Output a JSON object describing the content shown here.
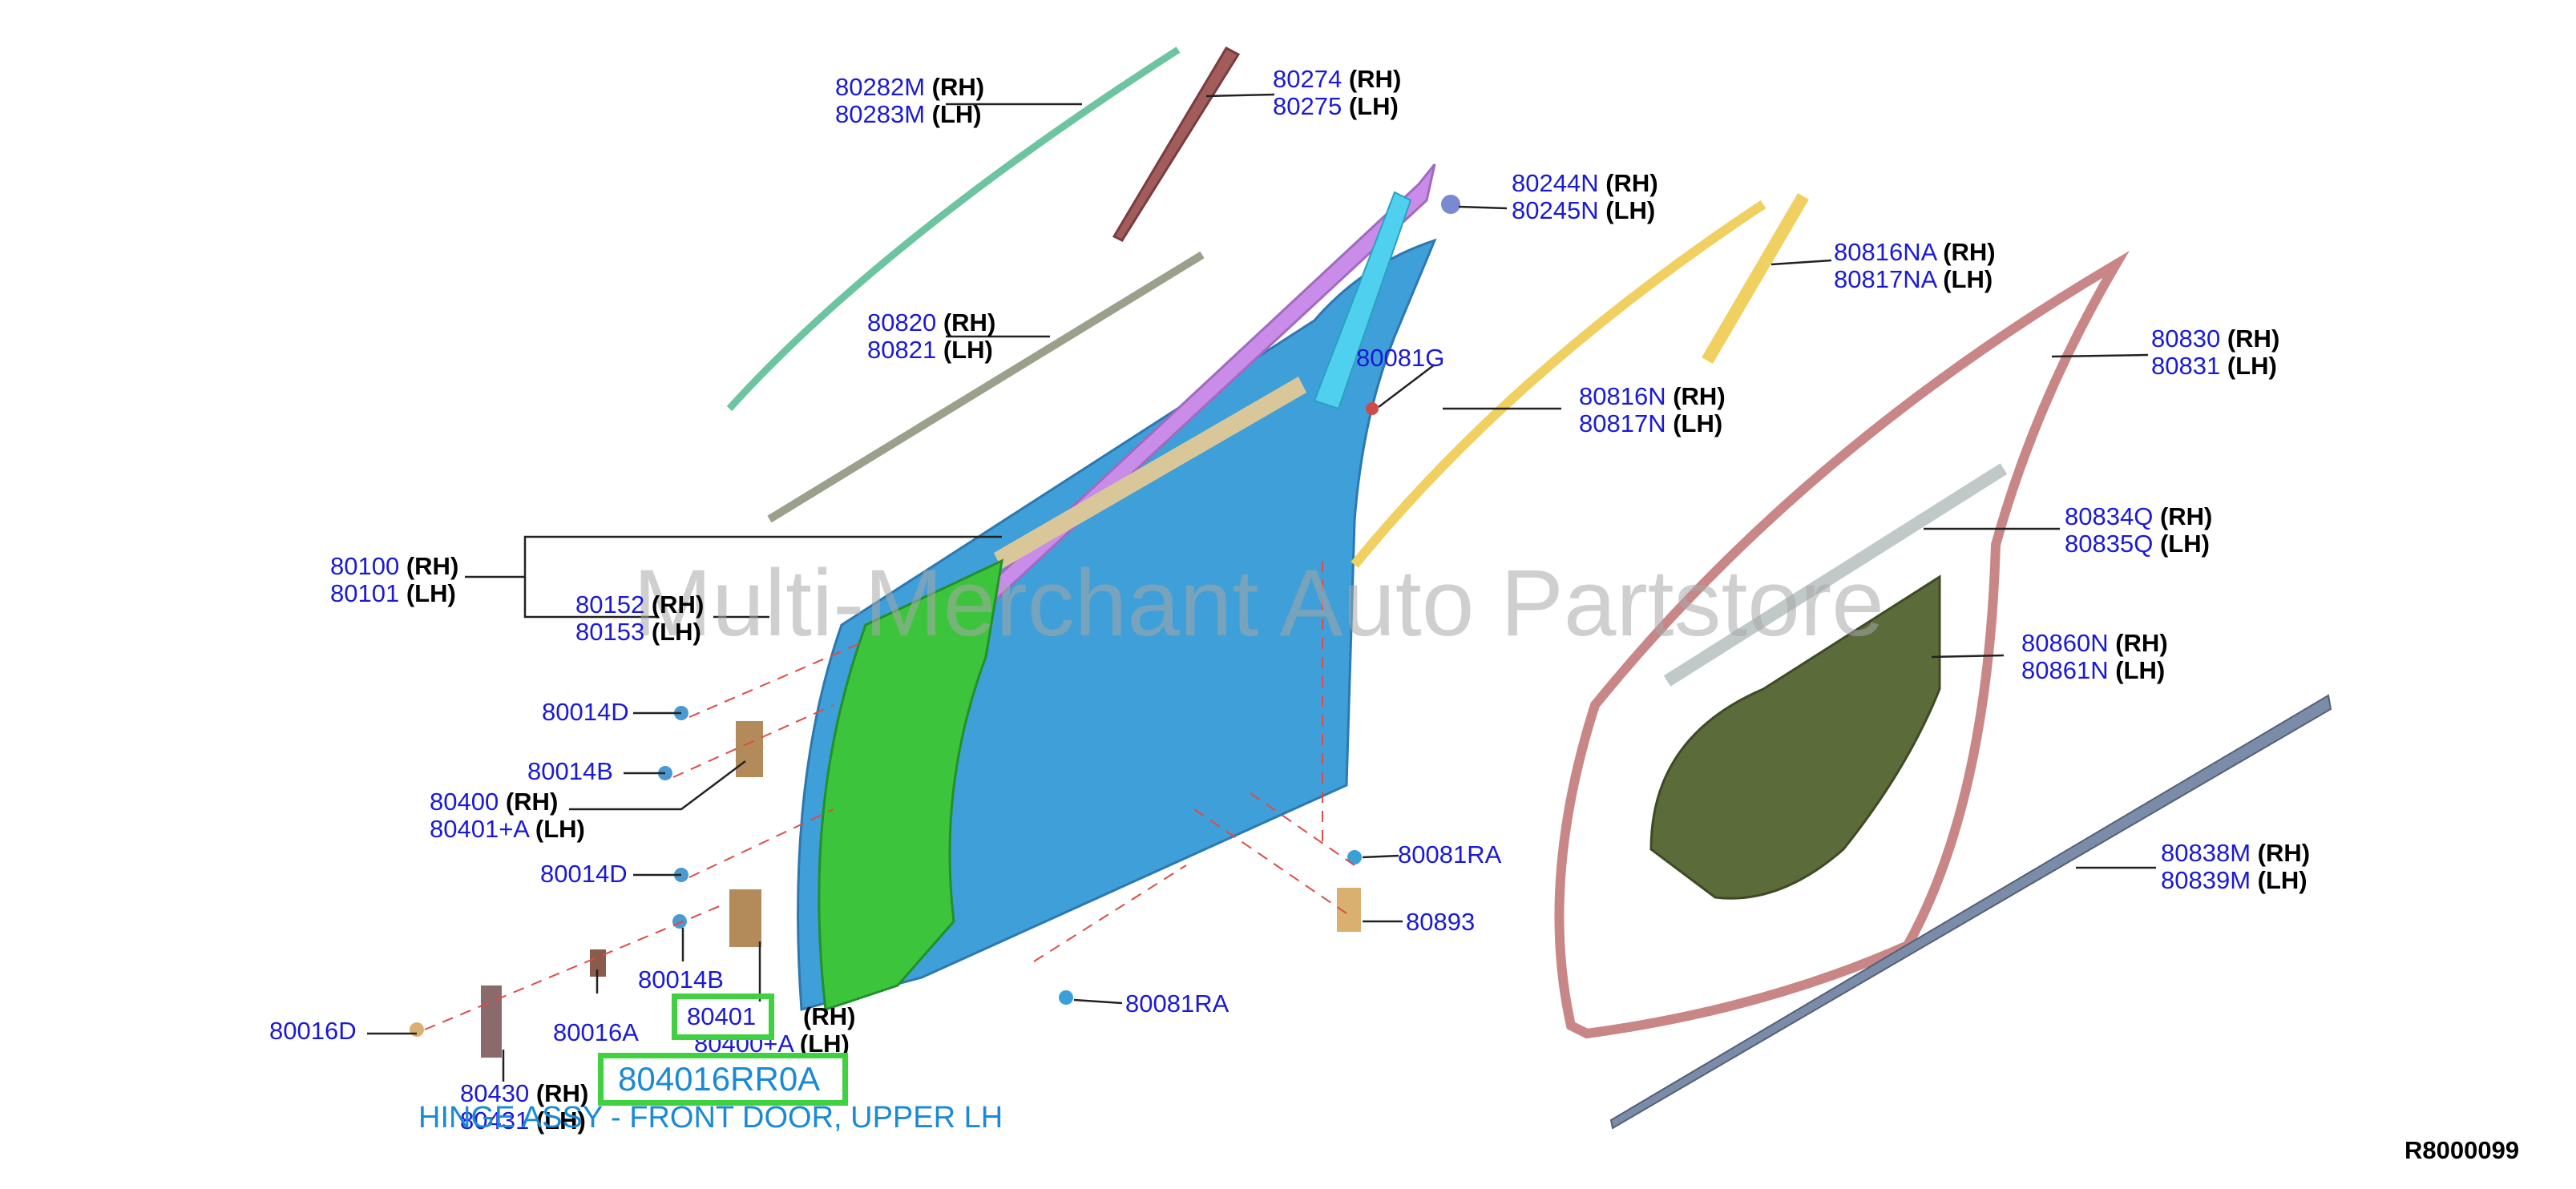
{
  "watermark": "Multi-Merchant Auto Partstore",
  "highlight": {
    "part": "804016RR0A",
    "callout": "80401",
    "description": "HINGE ASSY - FRONT DOOR, UPPER LH"
  },
  "reference": "R8000099",
  "colors": {
    "label": "#1a1ad6",
    "highlight_box": "#3fd13f",
    "highlight_text": "#1a8ad6",
    "door_panel": "#3f9fd8",
    "reinforcement": "#3cc43c",
    "frame_trim": "#c98ce8",
    "molding": "#f0d060",
    "weatherstrip": "#c98686",
    "glass_run": "#6cc4a0",
    "trim_panel": "#5c6b3a"
  },
  "callouts": [
    {
      "id": "80282M",
      "pn": "80282M",
      "side": "(RH)",
      "pn2": "80283M",
      "side2": "(LH)"
    },
    {
      "id": "80274",
      "pn": "80274",
      "side": "(RH)",
      "pn2": "80275",
      "side2": "(LH)"
    },
    {
      "id": "80244N",
      "pn": "80244N",
      "side": "(RH)",
      "pn2": "80245N",
      "side2": "(LH)"
    },
    {
      "id": "80816NA",
      "pn": "80816NA",
      "side": "(RH)",
      "pn2": "80817NA",
      "side2": "(LH)"
    },
    {
      "id": "80820",
      "pn": "80820",
      "side": "(RH)",
      "pn2": "80821",
      "side2": "(LH)"
    },
    {
      "id": "80081G",
      "pn": "80081G",
      "side": "",
      "pn2": "",
      "side2": ""
    },
    {
      "id": "80830",
      "pn": "80830",
      "side": "(RH)",
      "pn2": "80831",
      "side2": "(LH)"
    },
    {
      "id": "80816N",
      "pn": "80816N",
      "side": "(RH)",
      "pn2": "80817N",
      "side2": "(LH)"
    },
    {
      "id": "80834Q",
      "pn": "80834Q",
      "side": "(RH)",
      "pn2": "80835Q",
      "side2": "(LH)"
    },
    {
      "id": "80100",
      "pn": "80100",
      "side": "(RH)",
      "pn2": "80101",
      "side2": "(LH)"
    },
    {
      "id": "80152",
      "pn": "80152",
      "side": "(RH)",
      "pn2": "80153",
      "side2": "(LH)"
    },
    {
      "id": "80860N",
      "pn": "80860N",
      "side": "(RH)",
      "pn2": "80861N",
      "side2": "(LH)"
    },
    {
      "id": "80014D-a",
      "pn": "80014D",
      "side": "",
      "pn2": "",
      "side2": ""
    },
    {
      "id": "80014B-a",
      "pn": "80014B",
      "side": "",
      "pn2": "",
      "side2": ""
    },
    {
      "id": "80400",
      "pn": "80400",
      "side": "(RH)",
      "pn2": "80401+A",
      "side2": "(LH)"
    },
    {
      "id": "80081RA-a",
      "pn": "80081RA",
      "side": "",
      "pn2": "",
      "side2": ""
    },
    {
      "id": "80838M",
      "pn": "80838M",
      "side": "(RH)",
      "pn2": "80839M",
      "side2": "(LH)"
    },
    {
      "id": "80014D-b",
      "pn": "80014D",
      "side": "",
      "pn2": "",
      "side2": ""
    },
    {
      "id": "80893",
      "pn": "80893",
      "side": "",
      "pn2": "",
      "side2": ""
    },
    {
      "id": "80014B-b",
      "pn": "80014B",
      "side": "",
      "pn2": "",
      "side2": ""
    },
    {
      "id": "80081RA-b",
      "pn": "80081RA",
      "side": "",
      "pn2": "",
      "side2": ""
    },
    {
      "id": "80016D",
      "pn": "80016D",
      "side": "",
      "pn2": "",
      "side2": ""
    },
    {
      "id": "80016A",
      "pn": "80016A",
      "side": "",
      "pn2": "",
      "side2": ""
    },
    {
      "id": "80400A",
      "pn": "",
      "side": "(RH)",
      "pn2": "80400+A",
      "side2": "(LH)"
    },
    {
      "id": "80430",
      "pn": "80430",
      "side": "(RH)",
      "pn2": "80431",
      "side2": "(LH)"
    }
  ]
}
